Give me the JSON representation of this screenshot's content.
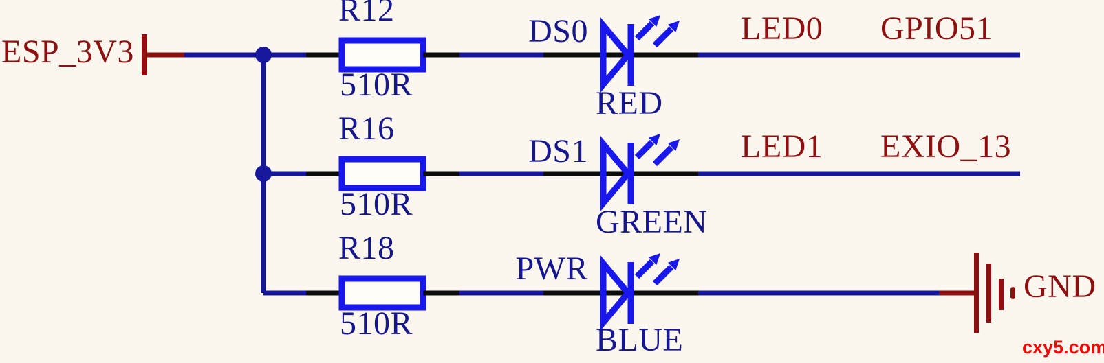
{
  "type": "circuit-schematic",
  "colors": {
    "background": "#fbf7ee",
    "wire": "#17179b",
    "symbol": "#1717ee",
    "pin": "#0d0d0d",
    "net": "#8e0f0f",
    "label": "#16168e",
    "body": "#fffdf7",
    "watermark": "#f50400"
  },
  "power_rail": {
    "net": "ESP_3V3"
  },
  "ground": {
    "net": "GND"
  },
  "rows": [
    {
      "resistor_ref": "R12",
      "resistor_value": "510R",
      "led_ref": "DS0",
      "led_color": "RED",
      "net_name": "LED0",
      "pin_name": "GPIO51"
    },
    {
      "resistor_ref": "R16",
      "resistor_value": "510R",
      "led_ref": "DS1",
      "led_color": "GREEN",
      "net_name": "LED1",
      "pin_name": "EXIO_13"
    },
    {
      "resistor_ref": "R18",
      "resistor_value": "510R",
      "led_ref": "PWR",
      "led_color": "BLUE"
    }
  ],
  "watermark": "cxy5.com",
  "icons": {
    "power_port": "power-port-icon",
    "resistor": "resistor-symbol",
    "led": "led-diode-symbol",
    "emission_arrows": "led-emission-arrows-icon",
    "ground": "ground-symbol-icon",
    "junction": "wire-junction-dot"
  }
}
